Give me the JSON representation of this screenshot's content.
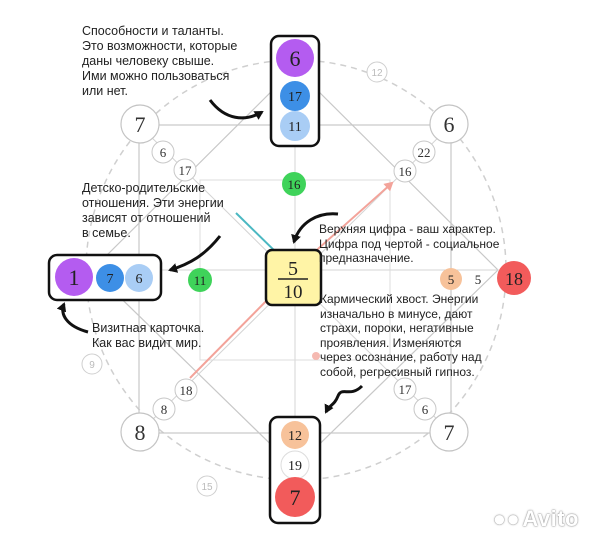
{
  "colors": {
    "violet": "#b45cf0",
    "blue": "#3d8fe6",
    "light_blue": "#a9cdf5",
    "green": "#3fd35a",
    "yellow": "#fff4a6",
    "peach": "#f7c29a",
    "red": "#f25b5b",
    "line": "#bdbdbd",
    "dash": "#cfcfcf",
    "teal": "#4bb8c2",
    "salmon": "#f3a39a",
    "box": "#111111"
  },
  "nodes": {
    "top_violet": "6",
    "top_blue": "17",
    "top_light": "11",
    "left_violet": "1",
    "left_blue": "7",
    "left_light": "6",
    "bottom_peach": "12",
    "bottom_mid": "19",
    "bottom_red": "7",
    "center_top": "5",
    "center_bottom": "10",
    "green_top": "16",
    "green_left": "11",
    "corner_tl": "7",
    "corner_tr": "6",
    "corner_bl": "8",
    "corner_br": "7",
    "small_tl_a": "6",
    "small_tl_b": "17",
    "small_tr_a": "22",
    "small_tr_b": "16",
    "small_bl_a": "18",
    "small_bl_b": "8",
    "small_br_a": "17",
    "small_br_b": "6",
    "ring_top": "12",
    "ring_left": "9",
    "ring_bottom": "15",
    "right_peach": "5",
    "right_plain": "5",
    "right_red": "18"
  },
  "annotations": {
    "abilities": "Способности и таланты.\nЭто возможности, которые\nданы человеку свыше.\nИми можно пользоваться\nили нет.",
    "parents": "Детско-родительские\nотношения. Эти энергии\nзависят от отношений\nв семье.",
    "character": "Верхняя цифра - ваш характер.\nЦифра под чертой - социальное\nпредназначение.",
    "karma": "Кармический хвост. Энергии\nизначально в минусе, дают\nстрахи, пороки, негативные\nпроявления. Изменяются\nчерез осознание, работу над\nсобой, регресивный гипноз.",
    "business_card": "Визитная карточка.\nКак вас видит мир."
  },
  "watermark": "Avito"
}
